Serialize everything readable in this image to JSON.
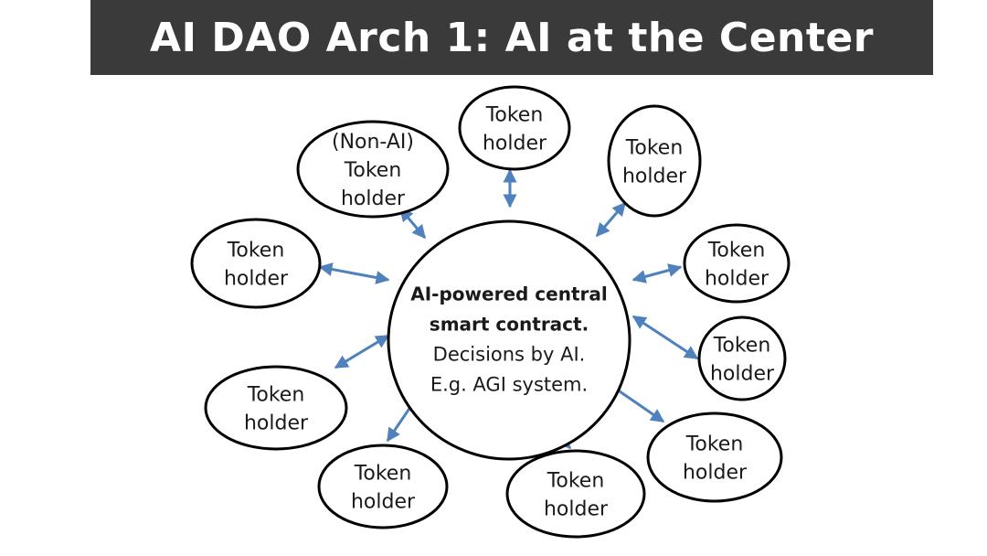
{
  "title": "AI DAO Arch 1: AI at the Center",
  "colors": {
    "title_bg": "#3a3a3a",
    "arrow": "#4f81bd",
    "node_stroke": "#000000"
  },
  "center": {
    "bold_lines": [
      "AI-powered central",
      "smart contract."
    ],
    "regular_lines": [
      "Decisions by AI.",
      "E.g. AGI system."
    ]
  },
  "nodes": [
    {
      "lines": [
        "(Non-AI)",
        "Token",
        "holder"
      ]
    },
    {
      "lines": [
        "Token",
        "holder"
      ]
    },
    {
      "lines": [
        "Token",
        "holder"
      ]
    },
    {
      "lines": [
        "Token",
        "holder"
      ]
    },
    {
      "lines": [
        "Token",
        "holder"
      ]
    },
    {
      "lines": [
        "Token",
        "holder"
      ]
    },
    {
      "lines": [
        "Token",
        "holder"
      ]
    },
    {
      "lines": [
        "Token",
        "holder"
      ]
    },
    {
      "lines": [
        "Token",
        "holder"
      ]
    },
    {
      "lines": [
        "Token",
        "holder"
      ]
    },
    {
      "lines": [
        "Token",
        "holder"
      ]
    }
  ]
}
